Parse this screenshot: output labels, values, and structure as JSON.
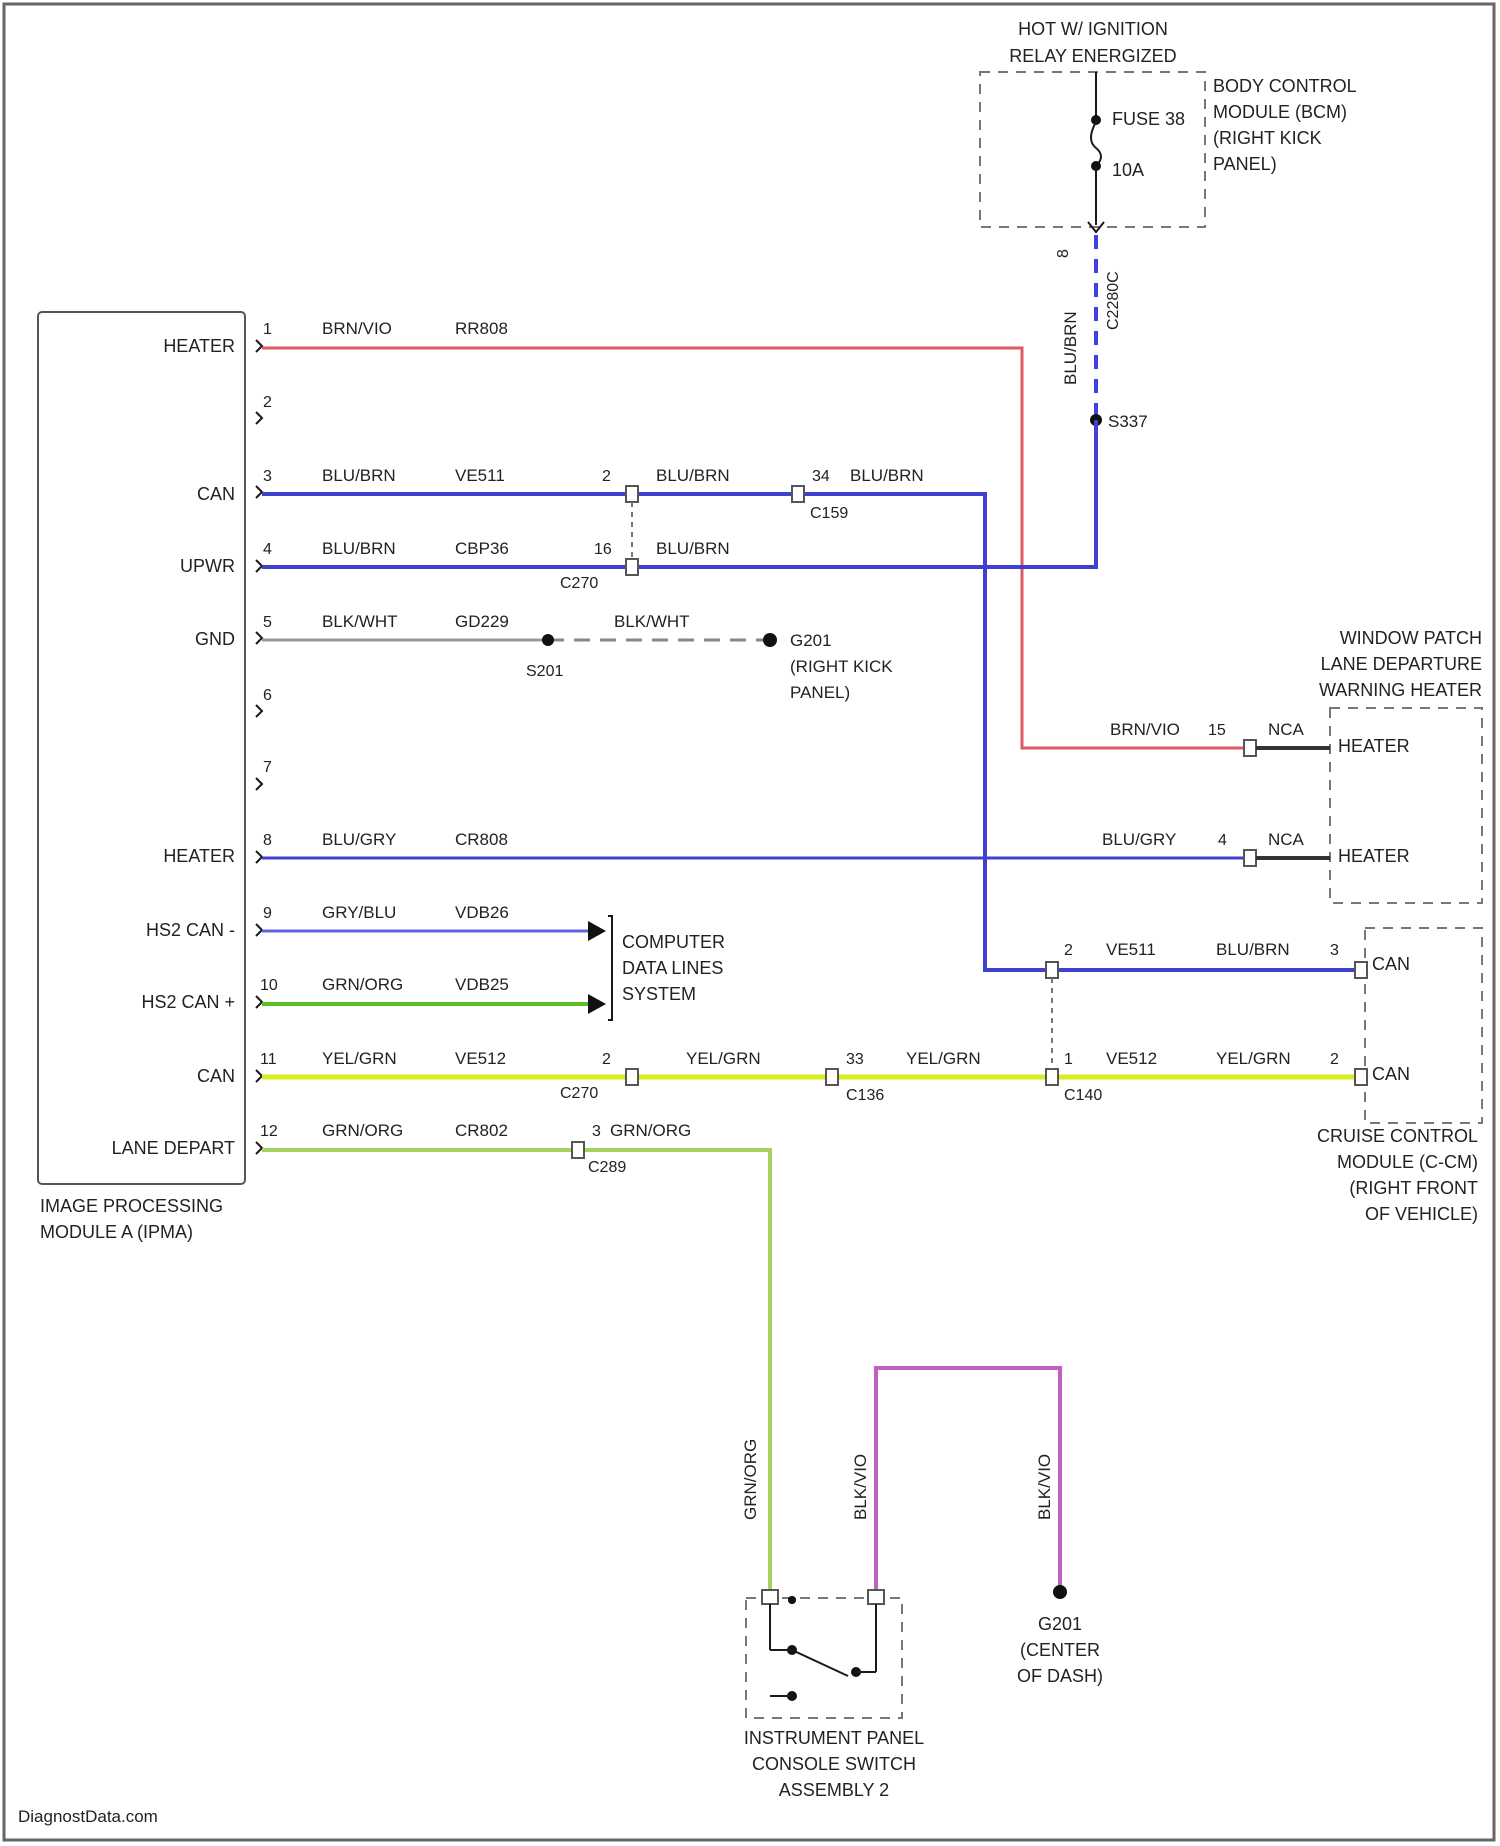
{
  "colors": {
    "heater_wire": "#e05a64",
    "can_wire": "#3f3fd0",
    "hs2_can_minus": "#6060e0",
    "hs2_can_plus": "#58c020",
    "can_yel": "#d8ec20",
    "lane_wire": "#a6d060",
    "ground_wire": "#999999",
    "fuse_wire": "#4040e0",
    "bk_vio": "#c060c0"
  },
  "top": {
    "title_line1": "HOT W/ IGNITION",
    "title_line2": "RELAY ENERGIZED",
    "bcm": [
      "BODY CONTROL",
      "MODULE (BCM)",
      "(RIGHT KICK",
      "PANEL)"
    ],
    "fuse_label": "FUSE 38",
    "fuse_rating": "10A",
    "fuse_pin": "8",
    "fuse_connector": "C2280C",
    "vert_wire_color": "BLU/BRN",
    "splice": "S337"
  },
  "ipma": {
    "name_line1": "IMAGE PROCESSING",
    "name_line2": "MODULE A (IPMA)",
    "pins": [
      {
        "num": "1",
        "name": "HEATER",
        "wire": "BRN/VIO",
        "circuit": "RR808"
      },
      {
        "num": "2",
        "name": "",
        "wire": "",
        "circuit": ""
      },
      {
        "num": "3",
        "name": "CAN",
        "wire": "BLU/BRN",
        "circuit": "VE511"
      },
      {
        "num": "4",
        "name": "UPWR",
        "wire": "BLU/BRN",
        "circuit": "CBP36"
      },
      {
        "num": "5",
        "name": "GND",
        "wire": "BLK/WHT",
        "circuit": "GD229"
      },
      {
        "num": "6",
        "name": "",
        "wire": "",
        "circuit": ""
      },
      {
        "num": "7",
        "name": "",
        "wire": "",
        "circuit": ""
      },
      {
        "num": "8",
        "name": "HEATER",
        "wire": "BLU/GRY",
        "circuit": "CR808"
      },
      {
        "num": "9",
        "name": "HS2 CAN -",
        "wire": "GRY/BLU",
        "circuit": "VDB26"
      },
      {
        "num": "10",
        "name": "HS2 CAN +",
        "wire": "GRN/ORG",
        "circuit": "VDB25"
      },
      {
        "num": "11",
        "name": "CAN",
        "wire": "YEL/GRN",
        "circuit": "VE512"
      },
      {
        "num": "12",
        "name": "LANE DEPART",
        "wire": "GRN/ORG",
        "circuit": "CR802"
      }
    ]
  },
  "inline": {
    "can_c270_pin": "2",
    "can_c270_wire": "BLU/BRN",
    "can_c159_pin": "34",
    "can_c159_wire": "BLU/BRN",
    "c159": "C159",
    "upwr_pin": "16",
    "upwr_wire": "BLU/BRN",
    "c270": "C270",
    "gnd_splice": "S201",
    "gnd_wire2": "BLK/WHT",
    "gnd_ground": "G201",
    "gnd_ground_loc": [
      "(RIGHT KICK",
      "PANEL)"
    ],
    "yel_c270_pin": "2",
    "yel_wire": "YEL/GRN",
    "yel_c136_pin": "33",
    "yel_wire2": "YEL/GRN",
    "c136": "C136",
    "c140": "C140",
    "lane_c289_pin": "3",
    "lane_wire2": "GRN/ORG",
    "c289": "C289"
  },
  "cdl": [
    "COMPUTER",
    "DATA LINES",
    "SYSTEM"
  ],
  "heater_module": {
    "title": [
      "WINDOW PATCH",
      "LANE DEPARTURE",
      "WARNING HEATER"
    ],
    "pin1_wire": "BRN/VIO",
    "pin1_num": "15",
    "pin1_nca": "NCA",
    "pin1_label": "HEATER",
    "pin2_wire": "BLU/GRY",
    "pin2_num": "4",
    "pin2_nca": "NCA",
    "pin2_label": "HEATER"
  },
  "ccm": {
    "title": [
      "CRUISE CONTROL",
      "MODULE (C-CM)",
      "(RIGHT FRONT",
      "OF VEHICLE)"
    ],
    "can1_c140_pin": "2",
    "can1_circuit": "VE511",
    "can1_wire": "BLU/BRN",
    "can1_pin": "3",
    "can1_label": "CAN",
    "can2_c140_pin": "1",
    "can2_circuit": "VE512",
    "can2_wire": "YEL/GRN",
    "can2_pin": "2",
    "can2_label": "CAN"
  },
  "switch": {
    "name": [
      "INSTRUMENT PANEL",
      "CONSOLE SWITCH",
      "ASSEMBLY 2"
    ],
    "wire_left": "GRN/ORG",
    "wire_mid": "BLK/VIO",
    "wire_right": "BLK/VIO",
    "ground": "G201",
    "ground_loc": [
      "(CENTER",
      "OF DASH)"
    ]
  },
  "footer": {
    "brand": "DiagnostData.com"
  }
}
